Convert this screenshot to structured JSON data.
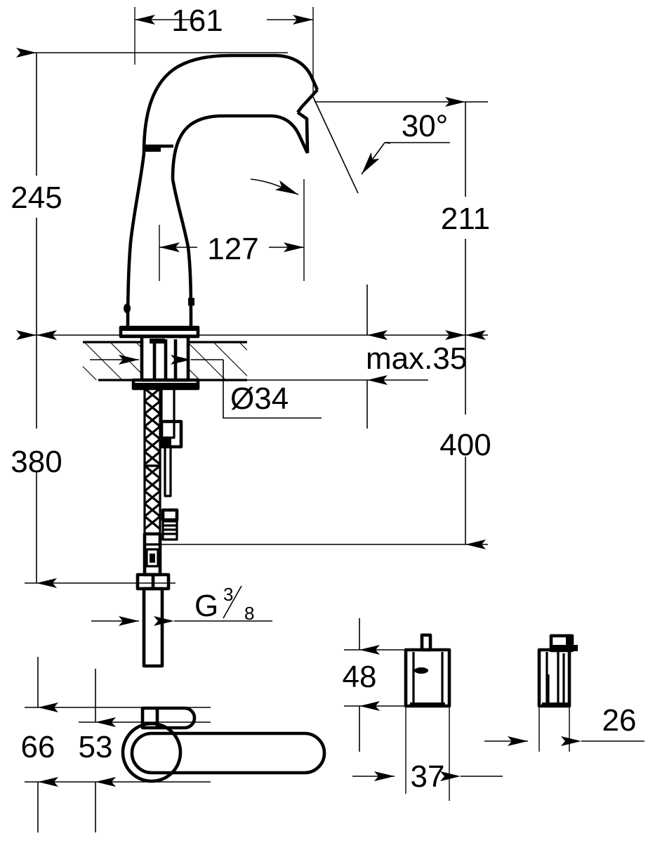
{
  "drawing": {
    "type": "technical-dimension-drawing",
    "subject": "single-lever basin mixer tap",
    "background_color": "#ffffff",
    "line_color": "#000000",
    "units": "mm"
  },
  "dimensions": {
    "spout_reach_total": "161",
    "spout_reach_inner": "127",
    "height_to_deck": "245",
    "height_below_deck": "380",
    "height_spout_outlet": "211",
    "height_outlet_to_hose_end": "400",
    "outlet_angle": "30°",
    "deck_thickness": "max.35",
    "mounting_hole": "Ø34",
    "connection_thread_letter": "G",
    "connection_thread_numerator": "3",
    "connection_thread_denominator": "8",
    "handle_length_overall": "66",
    "handle_offset": "53",
    "cartridge_height": "48",
    "cartridge_width": "37",
    "cartridge_depth": "26"
  },
  "views": {
    "main": "front elevation with section through deck",
    "bottom_left": "top view of lever handle",
    "bottom_center": "front view of control module",
    "bottom_right": "side view of control module"
  }
}
